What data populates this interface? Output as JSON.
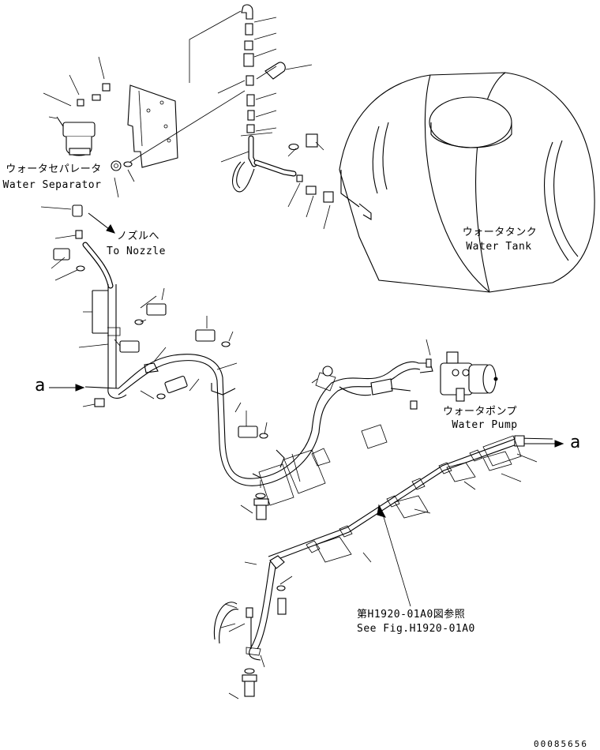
{
  "labels": {
    "water_separator_jp": "ウォータセパレータ",
    "water_separator_en": "Water Separator",
    "nozzle_jp": "ノズルへ",
    "nozzle_en": "To Nozzle",
    "water_tank_jp": "ウォータタンク",
    "water_tank_en": "Water Tank",
    "water_pump_jp": "ウォータポンプ",
    "water_pump_en": "Water Pump",
    "see_fig_jp": "第H1920-01A0図参照",
    "see_fig_en": "See Fig.H1920-01A0",
    "connector_left": "a",
    "connector_right": "a",
    "drawing_number": "00085656"
  }
}
